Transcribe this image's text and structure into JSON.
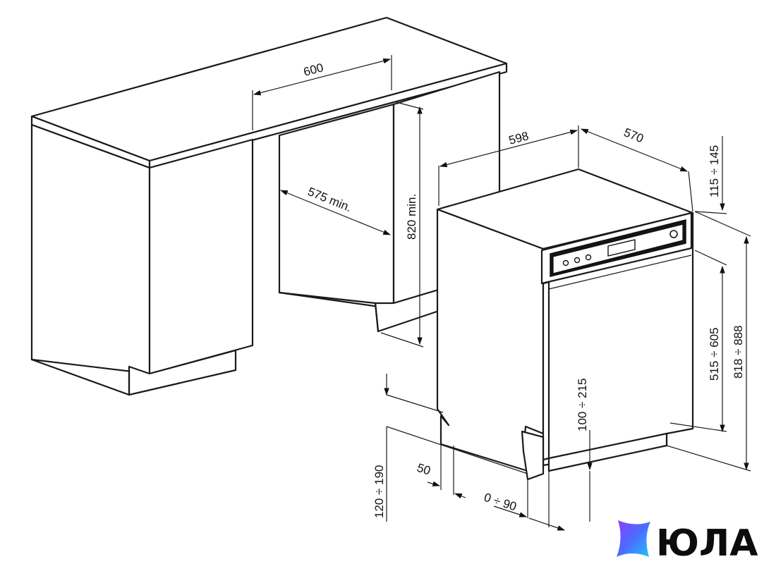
{
  "dimensions": {
    "cabinet_width": "600",
    "cabinet_depth_min": "575 min.",
    "cabinet_height_min": "820 min.",
    "appliance_width": "598",
    "appliance_depth": "570",
    "top_gap": "115 ÷ 145",
    "door_panel_height": "515 ÷ 605",
    "total_height": "818 ÷ 888",
    "plinth_height": "100 ÷ 215",
    "foot_height": "120 ÷ 190",
    "plinth_offset": "50",
    "plinth_depth": "0 ÷ 90"
  },
  "logo": {
    "text": "ЮЛА",
    "colors": [
      "#8a3ffc",
      "#4a6cff",
      "#20c6ff"
    ]
  }
}
